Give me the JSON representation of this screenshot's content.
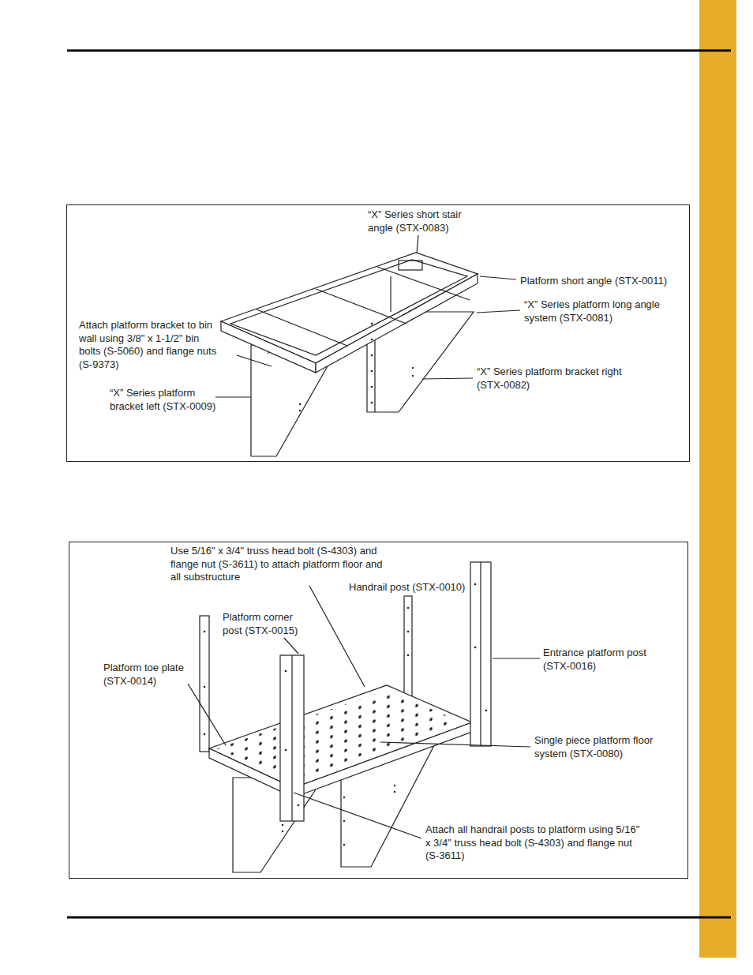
{
  "diagram": {
    "nodes": [
      {
        "text": [
          "“X” Series short stair angle (STX-0083)",
          "Platform short angle (STX-0011)",
          "“X” Series platform long angle system (STX-0081)",
          "Attach platform bracket to bin wall using 3/8\" x 1-1/2\" bin bolts (S-5060) and flange nuts (S-9373)",
          "“X” Series platform bracket right (STX-0082)",
          "“X” Series platform bracket left (STX-0009)"
        ]
      },
      {
        "text": [
          "Use 5/16\" x 3/4\" truss head bolt (S-4303) and flange nut (S-3611) to attach platform floor and all substructure",
          "Handrail post (STX-0010)",
          "Platform corner post (STX-0015)",
          "Entrance platform post (STX-0016)",
          "Platform toe plate (STX-0014)",
          "Single piece platform floor system (STX-0080)",
          "Attach all handrail posts to platform using 5/16\" x 3/4\" truss head bolt (S-4303) and flange nut (S-3611)"
        ]
      }
    ]
  }
}
